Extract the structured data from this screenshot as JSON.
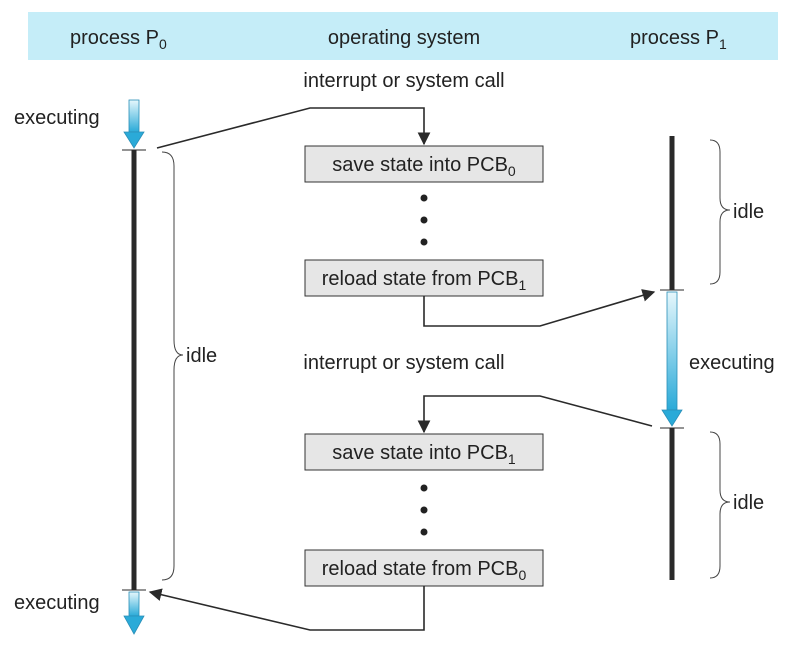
{
  "colors": {
    "header_band": "#c5edf8",
    "box_fill": "#e6e6e6",
    "arrow_light": "#c8eef9",
    "arrow_dark": "#2aaad8",
    "line": "#2a2a2a"
  },
  "header": {
    "p0": {
      "base": "process P",
      "sub": "0"
    },
    "os": "operating system",
    "p1": {
      "base": "process P",
      "sub": "1"
    }
  },
  "labels": {
    "interrupt_top": "interrupt or system call",
    "interrupt_mid": "interrupt or system call",
    "p0_executing_top": "executing",
    "p0_executing_bottom": "executing",
    "p0_idle": "idle",
    "p1_idle_top": "idle",
    "p1_executing": "executing",
    "p1_idle_bottom": "idle"
  },
  "boxes": {
    "save_pcb0": {
      "base": "save state into PCB",
      "sub": "0"
    },
    "reload_pcb1": {
      "base": "reload state from PCB",
      "sub": "1"
    },
    "save_pcb1": {
      "base": "save state into PCB",
      "sub": "1"
    },
    "reload_pcb0": {
      "base": "reload state from PCB",
      "sub": "0"
    }
  }
}
